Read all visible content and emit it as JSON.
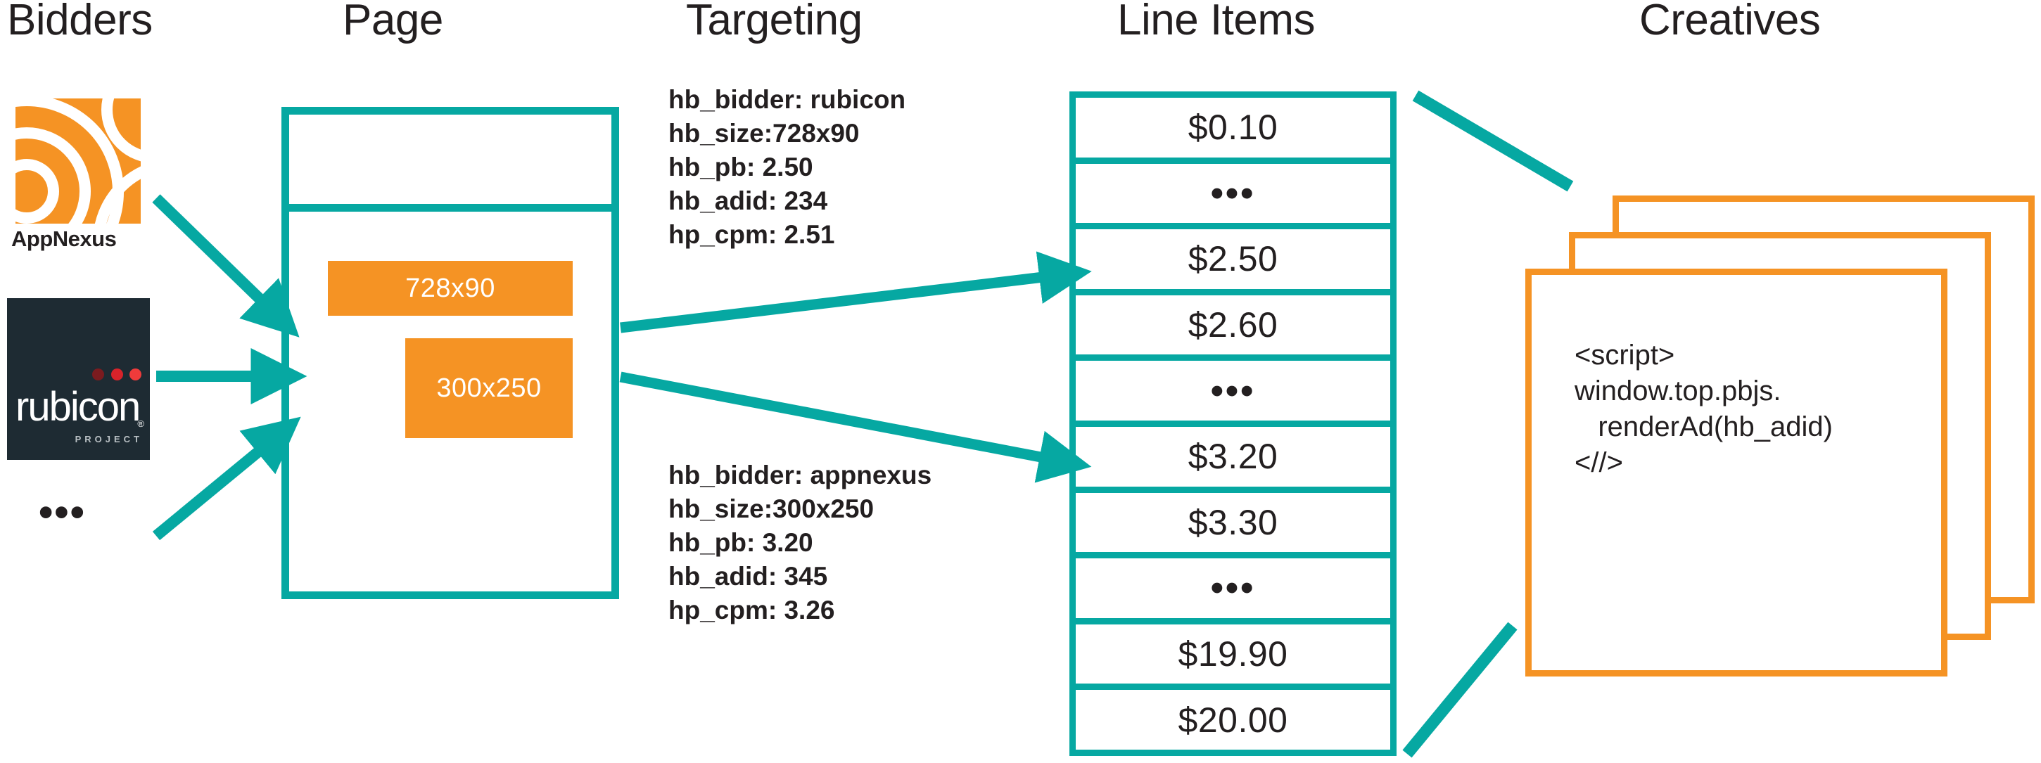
{
  "columns": [
    {
      "id": "bidders",
      "label": "Bidders"
    },
    {
      "id": "page",
      "label": "Page"
    },
    {
      "id": "targeting",
      "label": "Targeting"
    },
    {
      "id": "lineitems",
      "label": "Line Items"
    },
    {
      "id": "creatives",
      "label": "Creatives"
    }
  ],
  "colors": {
    "teal": "#06A8A2",
    "orange": "#F59324",
    "dark": "#231f20",
    "rubicon_bg": "#1e2b33",
    "dot_dark_red": "#7b1b1f",
    "dot_red": "#d8232a",
    "dot_bright_red": "#ef3b3b"
  },
  "bidders": {
    "appnexus": {
      "icon": "appnexus-logo-icon",
      "label": "AppNexus"
    },
    "rubicon": {
      "icon": "rubicon-project-logo-icon",
      "wordmark": "rubicon",
      "registered": "®",
      "subtitle": "PROJECT"
    },
    "more_ellipsis": "•••"
  },
  "page": {
    "ad_slots": [
      {
        "id": "slot-728x90",
        "label": "728x90"
      },
      {
        "id": "slot-300x250",
        "label": "300x250"
      }
    ]
  },
  "targeting": {
    "blocks": [
      {
        "id": "targeting-rubicon",
        "lines": [
          "hb_bidder: rubicon",
          "hb_size:728x90",
          "hb_pb: 2.50",
          "hb_adid: 234",
          "hp_cpm: 2.51"
        ]
      },
      {
        "id": "targeting-appnexus",
        "lines": [
          "hb_bidder: appnexus",
          "hb_size:300x250",
          "hb_pb: 3.20",
          "hb_adid: 345",
          "hp_cpm: 3.26"
        ]
      }
    ]
  },
  "line_items": {
    "rows": [
      {
        "value": "$0.10",
        "type": "price"
      },
      {
        "value": "•••",
        "type": "ellipsis"
      },
      {
        "value": "$2.50",
        "type": "price"
      },
      {
        "value": "$2.60",
        "type": "price"
      },
      {
        "value": "•••",
        "type": "ellipsis"
      },
      {
        "value": "$3.20",
        "type": "price"
      },
      {
        "value": "$3.30",
        "type": "price"
      },
      {
        "value": "•••",
        "type": "ellipsis"
      },
      {
        "value": "$19.90",
        "type": "price"
      },
      {
        "value": "$20.00",
        "type": "price"
      }
    ]
  },
  "creatives": {
    "card_count": 3,
    "code": "<script>\nwindow.top.pbjs.\n   renderAd(hb_adid)\n<//>"
  }
}
